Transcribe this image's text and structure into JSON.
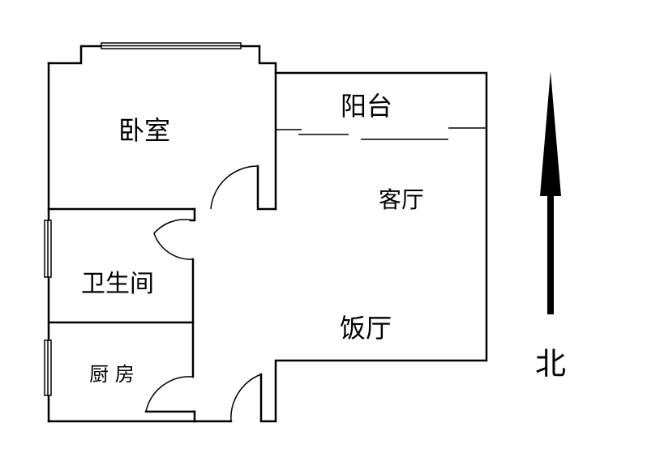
{
  "rooms": {
    "bedroom": "卧室",
    "balcony": "阳台",
    "living_room": "客厅",
    "bathroom": "卫生间",
    "dining_room": "饭厅",
    "kitchen": "厨 房"
  },
  "compass": {
    "north_label": "北"
  }
}
